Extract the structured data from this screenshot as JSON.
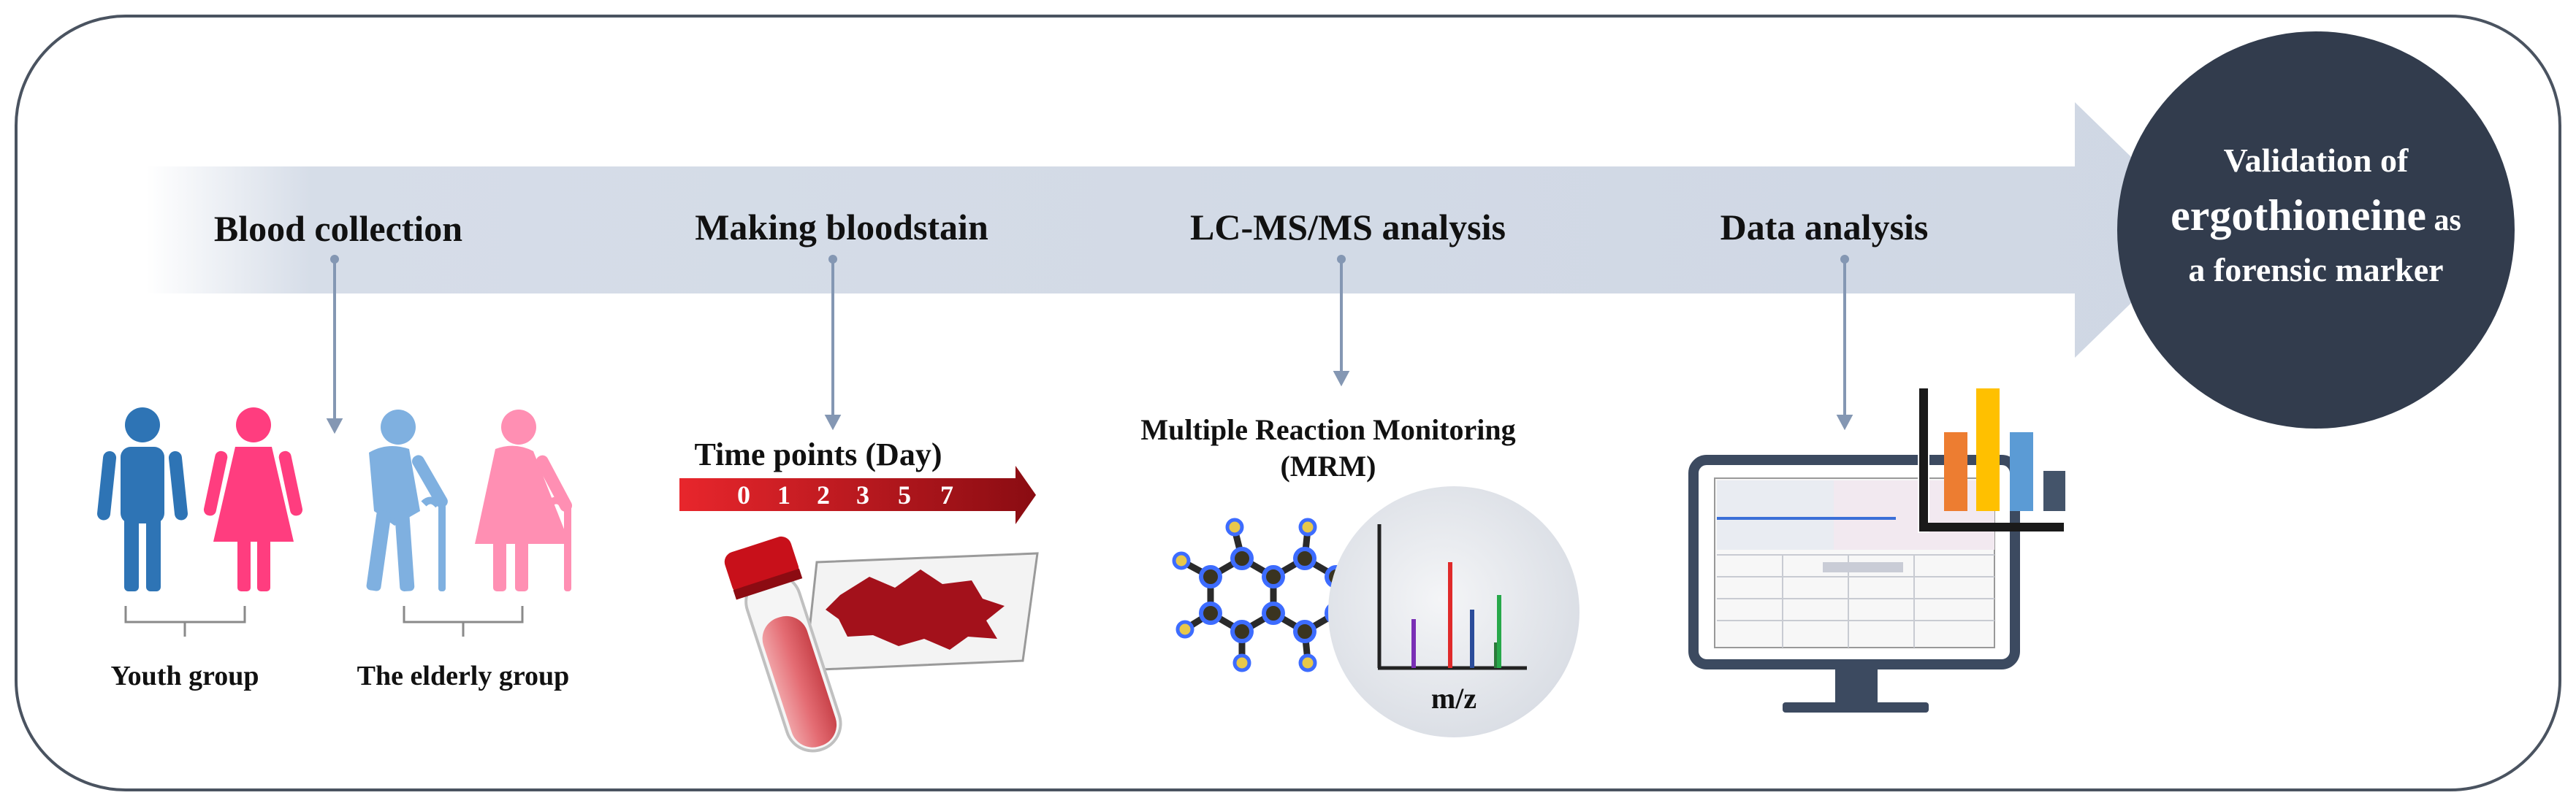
{
  "steps": [
    {
      "label": "Blood collection"
    },
    {
      "label": "Making bloodstain"
    },
    {
      "label": "LC-MS/MS analysis"
    },
    {
      "label": "Data analysis"
    }
  ],
  "result": {
    "line1": "Validation of",
    "keyword": "ergothioneine",
    "suffix": " as",
    "line3": "a forensic marker"
  },
  "groups": {
    "youth": "Youth group",
    "elderly": "The elderly group"
  },
  "timepoints": {
    "title": "Time points (Day)",
    "days": [
      "0",
      "1",
      "2",
      "3",
      "5",
      "7"
    ]
  },
  "mrm": {
    "line1": "Multiple Reaction Monitoring",
    "line2": "(MRM)",
    "axis_label": "m/z"
  },
  "colors": {
    "frame": "#4a5360",
    "arrow": "#d3dae6",
    "circle": "#323c4d",
    "connector": "#8497b3",
    "male_young": "#2e74b5",
    "female_young": "#ff3d7f",
    "male_old": "#7fb0e0",
    "female_old": "#ff8fb3",
    "blood": "#a3111b"
  }
}
